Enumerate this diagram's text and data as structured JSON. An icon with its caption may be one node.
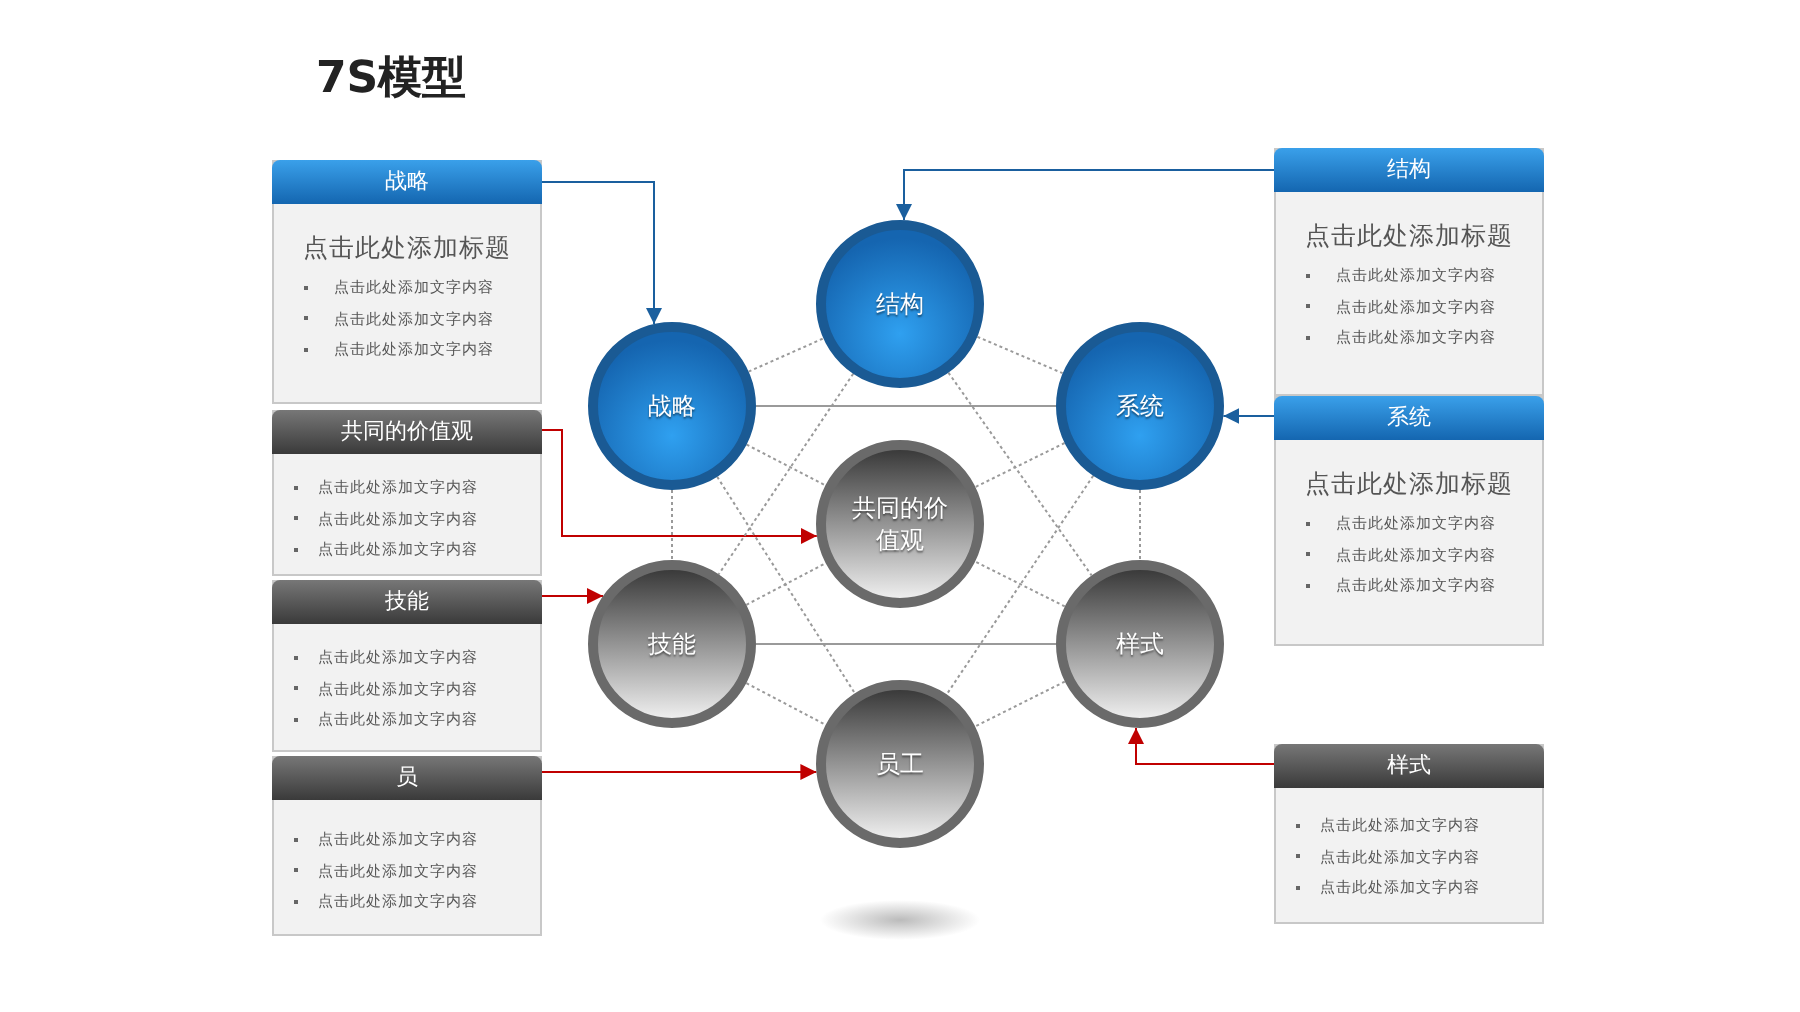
{
  "diagram": {
    "title": "7S模型",
    "nodes": [
      {
        "text": [
          "战略",
          "点击此处添加标题",
          "点击此处添加文字内容",
          "点击此处添加文字内容",
          "点击此处添加文字内容"
        ]
      },
      {
        "text": [
          "结构",
          "点击此处添加标题",
          "点击此处添加文字内容",
          "点击此处添加文字内容",
          "点击此处添加文字内容"
        ]
      },
      {
        "text": [
          "战略"
        ]
      },
      {
        "text": [
          "结构"
        ]
      },
      {
        "text": [
          "系统"
        ]
      },
      {
        "text": [
          "系统",
          "点击此处添加标题",
          "点击此处添加文字内容",
          "点击此处添加文字内容",
          "点击此处添加文字内容"
        ]
      },
      {
        "text": [
          "共同的价值观",
          "点击此处添加文字内容",
          "点击此处添加文字内容",
          "点击此处添加文字内容"
        ]
      },
      {
        "text": [
          "共同的价值观"
        ]
      },
      {
        "text": [
          "技能",
          "点击此处添加文字内容",
          "点击此处添加文字内容",
          "点击此处添加文字内容"
        ]
      },
      {
        "text": [
          "技能"
        ]
      },
      {
        "text": [
          "样式"
        ]
      },
      {
        "text": [
          "员",
          "点击此处添加文字内容",
          "点击此处添加文字内容",
          "点击此处添加文字内容"
        ]
      },
      {
        "text": [
          "员工"
        ]
      },
      {
        "text": [
          "样式",
          "点击此处添加文字内容",
          "点击此处添加文字内容",
          "点击此处添加文字内容"
        ]
      }
    ],
    "edges": [
      {
        "from": 0,
        "to": 2,
        "arrow": "to",
        "color": "#1a5f9e"
      },
      {
        "from": 1,
        "to": 3,
        "arrow": "to",
        "color": "#1a5f9e"
      },
      {
        "from": 5,
        "to": 4,
        "arrow": "to",
        "color": "#1a5f9e"
      },
      {
        "from": 6,
        "to": 7,
        "arrow": "to",
        "color": "#c00000"
      },
      {
        "from": 8,
        "to": 9,
        "arrow": "to",
        "color": "#c00000"
      },
      {
        "from": 11,
        "to": 12,
        "arrow": "to",
        "color": "#c00000"
      },
      {
        "from": 13,
        "to": 10,
        "arrow": "to",
        "color": "#c00000"
      },
      {
        "from": 2,
        "to": 3,
        "arrow": "none",
        "style": "dashed"
      },
      {
        "from": 3,
        "to": 4,
        "arrow": "none",
        "style": "dashed"
      },
      {
        "from": 2,
        "to": 4,
        "arrow": "none"
      },
      {
        "from": 2,
        "to": 9,
        "arrow": "none",
        "style": "dashed"
      },
      {
        "from": 4,
        "to": 10,
        "arrow": "none",
        "style": "dashed"
      },
      {
        "from": 3,
        "to": 9,
        "arrow": "none",
        "style": "dashed"
      },
      {
        "from": 3,
        "to": 10,
        "arrow": "none",
        "style": "dashed"
      },
      {
        "from": 2,
        "to": 12,
        "arrow": "none",
        "style": "dashed"
      },
      {
        "from": 4,
        "to": 12,
        "arrow": "none",
        "style": "dashed"
      },
      {
        "from": 2,
        "to": 7,
        "arrow": "none",
        "style": "dashed"
      },
      {
        "from": 4,
        "to": 7,
        "arrow": "none",
        "style": "dashed"
      },
      {
        "from": 9,
        "to": 7,
        "arrow": "none",
        "style": "dashed"
      },
      {
        "from": 10,
        "to": 7,
        "arrow": "none",
        "style": "dashed"
      },
      {
        "from": 9,
        "to": 10,
        "arrow": "none"
      },
      {
        "from": 9,
        "to": 12,
        "arrow": "none",
        "style": "dashed"
      },
      {
        "from": 10,
        "to": 12,
        "arrow": "none",
        "style": "dashed"
      }
    ]
  }
}
